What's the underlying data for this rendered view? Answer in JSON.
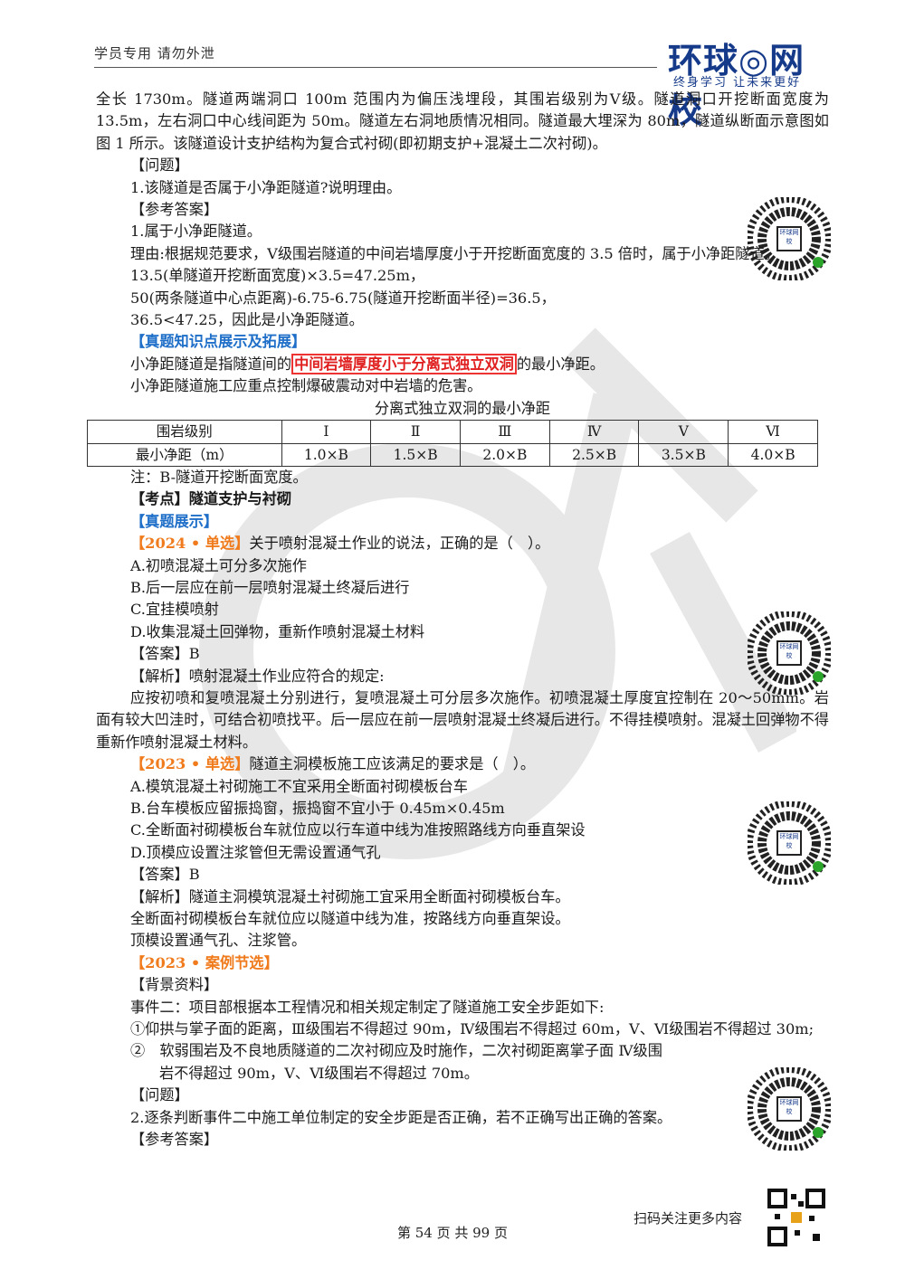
{
  "header": {
    "left_text": "学员专用 请勿外泄",
    "logo_text": "环球◎网校",
    "logo_sub": "终身学习 让未来更好"
  },
  "body": {
    "intro": "全长 1730m。隧道两端洞口 100m 范围内为偏压浅埋段，其围岩级别为Ⅴ级。隧道洞口开挖断面宽度为 13.5m，左右洞口中心线间距为 50m。隧道左右洞地质情况相同。隧道最大埋深为 80m，隧道纵断面示意图如图 1 所示。该隧道设计支护结构为复合式衬砌(即初期支护+混凝土二次衬砌)。",
    "q_label": "【问题】",
    "q1": "1.该隧道是否属于小净距隧道?说明理由。",
    "ans_label": "【参考答案】",
    "a1": "1.属于小净距隧道。",
    "reason": "理由:根据规范要求，Ⅴ级围岩隧道的中间岩墙厚度小于开挖断面宽度的 3.5 倍时，属于小净距隧道。",
    "calc1": "13.5(单隧道开挖断面宽度)×3.5=47.25m，",
    "calc2": "50(两条隧道中心点距离)-6.75-6.75(隧道开挖断面半径)=36.5，",
    "calc3": "36.5<47.25，因此是小净距隧道。",
    "ext_label": "【真题知识点展示及拓展】",
    "def_pre": "小净距隧道是指隧道间的",
    "def_box": "中间岩墙厚度小于分离式独立双洞",
    "def_post": "的最小净距。",
    "def2": "小净距隧道施工应重点控制爆破震动对中岩墙的危害。",
    "table_title": "分离式独立双洞的最小净距",
    "table_header": [
      "围岩级别",
      "Ⅰ",
      "Ⅱ",
      "Ⅲ",
      "Ⅳ",
      "Ⅴ",
      "Ⅵ"
    ],
    "table_row": [
      "最小净距（m）",
      "1.0×B",
      "1.5×B",
      "2.0×B",
      "2.5×B",
      "3.5×B",
      "4.0×B"
    ],
    "note": "注：B-隧道开挖断面宽度。",
    "kp_label": "【考点】",
    "kp_text": "隧道支护与衬砌",
    "real_label": "【真题展示】",
    "q2024_tag": "【2024 • 单选】",
    "q2024": "关于喷射混凝土作业的说法，正确的是（　）。",
    "q2024_opts": [
      "A.初喷混凝土可分多次施作",
      "B.后一层应在前一层喷射混凝土终凝后进行",
      "C.宜挂模喷射",
      "D.收集混凝土回弹物，重新作喷射混凝土材料"
    ],
    "q2024_answer": "【答案】B",
    "q2024_expl_label": "【解析】喷射混凝土作业应符合的规定:",
    "q2024_expl": "应按初喷和复喷混凝土分别进行，复喷混凝土可分层多次施作。初喷混凝土厚度宜控制在 20～50mm。岩面有较大凹洼时，可结合初喷找平。后一层应在前一层喷射混凝土终凝后进行。不得挂模喷射。混凝土回弹物不得重新作喷射混凝土材料。",
    "q2023_tag": "【2023 • 单选】",
    "q2023": "隧道主洞模板施工应该满足的要求是（　）。",
    "q2023_opts": [
      "A.模筑混凝土衬砌施工不宜采用全断面衬砌模板台车",
      "B.台车模板应留振捣窗，振捣窗不宜小于 0.45m×0.45m",
      "C.全断面衬砌模板台车就位应以行车道中线为准按照路线方向垂直架设",
      "D.顶模应设置注浆管但无需设置通气孔"
    ],
    "q2023_answer": "【答案】B",
    "q2023_expl1": "【解析】隧道主洞模筑混凝土衬砌施工宜采用全断面衬砌模板台车。",
    "q2023_expl2": "全断面衬砌模板台车就位应以隧道中线为准，按路线方向垂直架设。",
    "q2023_expl3": "顶模设置通气孔、注浆管。",
    "case_tag": "【2023 • 案例节选】",
    "bg_label": "【背景资料】",
    "event2": "事件二：项目部根据本工程情况和相关规定制定了隧道施工安全步距如下:",
    "item1": "①仰拱与掌子面的距离，Ⅲ级围岩不得超过 90m，Ⅳ级围岩不得超过 60m，Ⅴ、Ⅵ级围岩不得超过 30m;",
    "item2a": "②　软弱围岩及不良地质隧道的二次衬砌应及时施作，二次衬砌距离掌子面 Ⅳ级围",
    "item2b": "岩不得超过 90m，Ⅴ、Ⅵ级围岩不得超过 70m。",
    "q_label2": "【问题】",
    "q2": "2.逐条判断事件二中施工单位制定的安全步距是否正确，若不正确写出正确的答案。",
    "ans_label2": "【参考答案】"
  },
  "footer": {
    "scan_text": "扫码关注更多内容",
    "page_text": "第 54 页 共 99 页"
  },
  "qr_label": "环球网校"
}
